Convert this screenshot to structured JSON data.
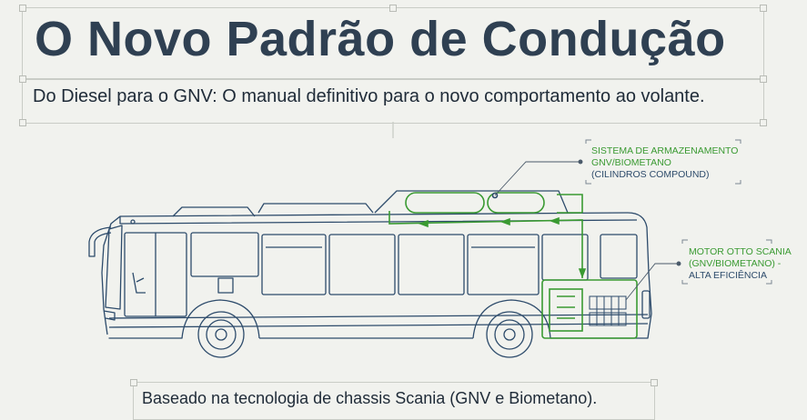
{
  "header": {
    "title": "O Novo Padrão de Condução",
    "subtitle": "Do Diesel para o GNV: O manual definitivo para o novo comportamento ao volante."
  },
  "callouts": {
    "storage": {
      "line1": "SISTEMA DE ARMAZENAMENTO",
      "line2": "GNV/BIOMETANO",
      "line3": "(CILINDROS COMPOUND)"
    },
    "engine": {
      "line1": "MOTOR OTTO SCANIA",
      "line2": "(GNV/BIOMETANO) -",
      "line3": "ALTA EFICIÊNCIA"
    }
  },
  "footer": {
    "caption": "Baseado na tecnologia de chassis Scania (GNV e Biometano)."
  },
  "colors": {
    "background": "#f1f2ee",
    "outline": "#2d4b6b",
    "gas_system": "#3a9a32"
  }
}
